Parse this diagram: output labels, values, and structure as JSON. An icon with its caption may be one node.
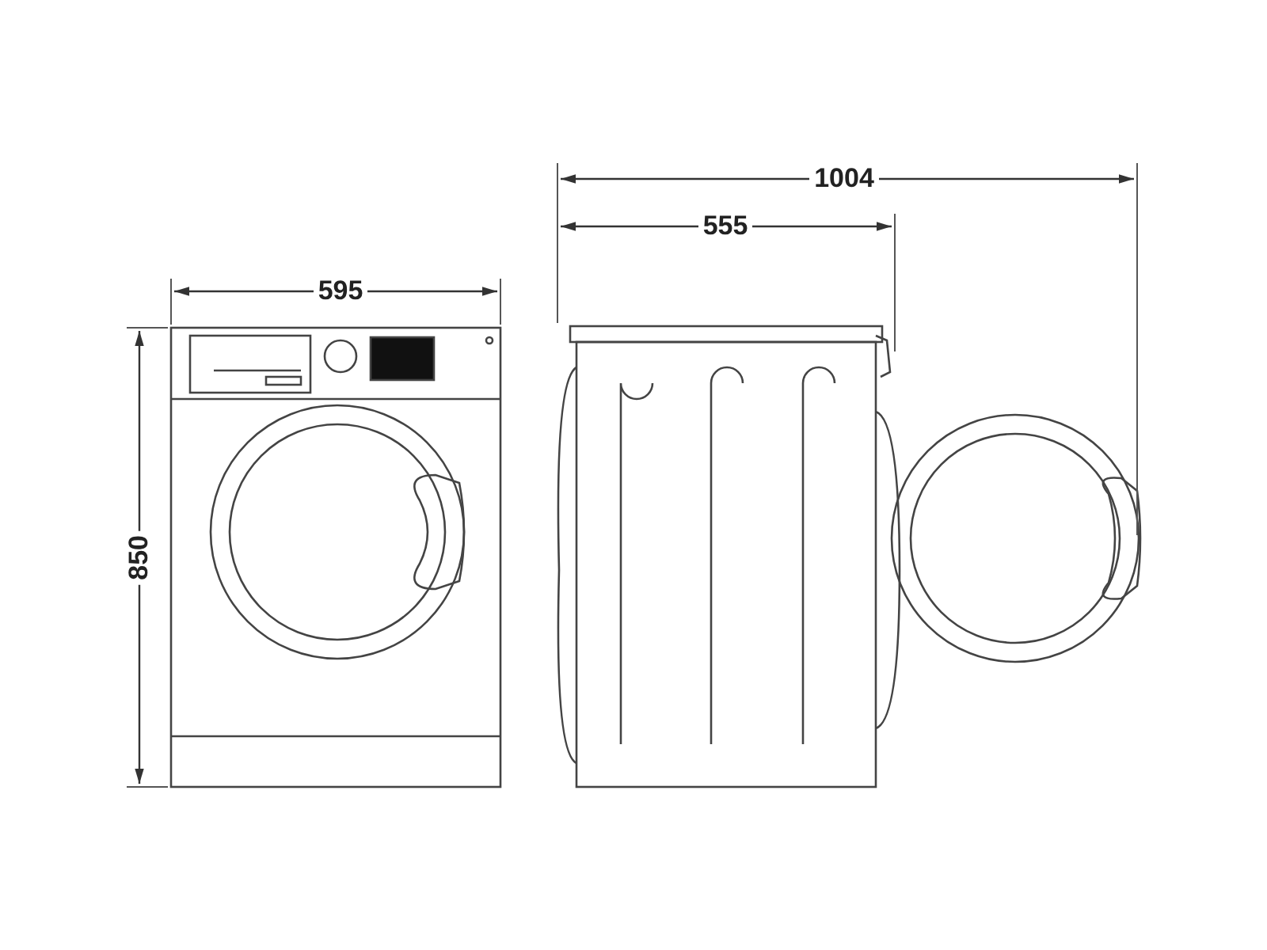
{
  "diagram": {
    "labels": [
      "1004",
      "555",
      "595",
      "850"
    ]
  }
}
